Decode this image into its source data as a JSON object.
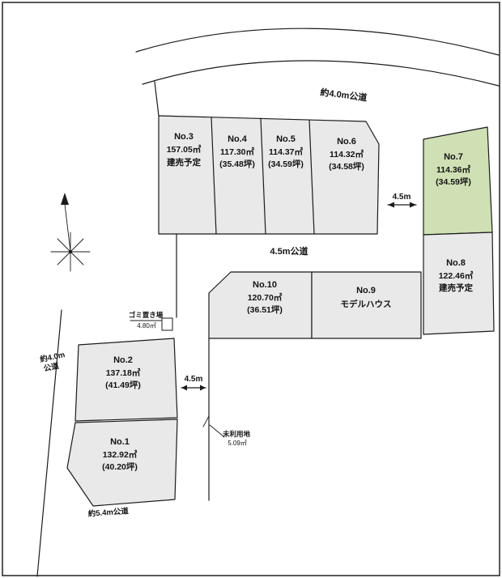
{
  "lots": {
    "no1": {
      "label": "No.1",
      "area": "132.92㎡",
      "tsubo": "(40.20坪)"
    },
    "no2": {
      "label": "No.2",
      "area": "137.18㎡",
      "tsubo": "(41.49坪)"
    },
    "no3": {
      "label": "No.3",
      "area": "157.05㎡",
      "note": "建売予定"
    },
    "no4": {
      "label": "No.4",
      "area": "117.30㎡",
      "tsubo": "(35.48坪)"
    },
    "no5": {
      "label": "No.5",
      "area": "114.37㎡",
      "tsubo": "(34.59坪)"
    },
    "no6": {
      "label": "No.6",
      "area": "114.32㎡",
      "tsubo": "(34.58坪)"
    },
    "no7": {
      "label": "No.7",
      "area": "114.36㎡",
      "tsubo": "(34.59坪)"
    },
    "no8": {
      "label": "No.8",
      "area": "122.46㎡",
      "note": "建売予定"
    },
    "no9": {
      "label": "No.9",
      "note": "モデルハウス"
    },
    "no10": {
      "label": "No.10",
      "area": "120.70㎡",
      "tsubo": "(36.51坪)"
    }
  },
  "roads": {
    "top": "約4.0m公道",
    "middle": "4.5m公道",
    "left_line1": "約4.0m",
    "left_line2": "公道",
    "bottom": "約5.4m公道"
  },
  "dimensions": {
    "gap_right": "4.5m",
    "gap_left": "4.5m"
  },
  "annotations": {
    "garbage_label": "ゴミ置き場",
    "garbage_area": "4.80㎡",
    "unused_label": "未利用地",
    "unused_area": "5.09㎡"
  },
  "colors": {
    "lot_fill": "#e9e9e9",
    "featured_lot_fill": "#cfe0b4",
    "line": "#1b1b1b"
  }
}
